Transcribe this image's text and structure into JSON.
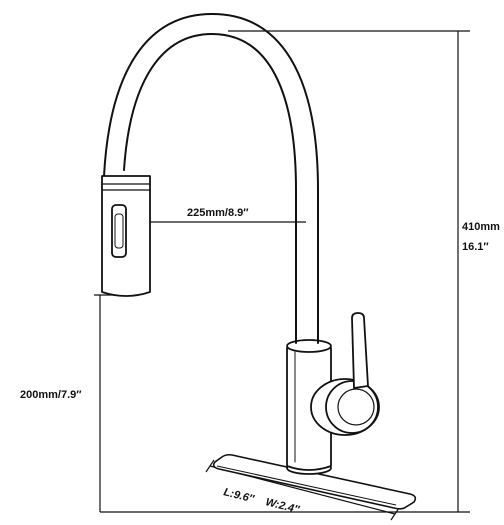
{
  "dimensions": {
    "spout_reach": "225mm/8.9″",
    "total_height_mm": "410mm",
    "total_height_in": "16.1″",
    "spout_height": "200mm/7.9″",
    "plate_length": "L:9.6″",
    "plate_width": "W:2.4″"
  },
  "colors": {
    "line": "#111111",
    "background": "#ffffff"
  }
}
